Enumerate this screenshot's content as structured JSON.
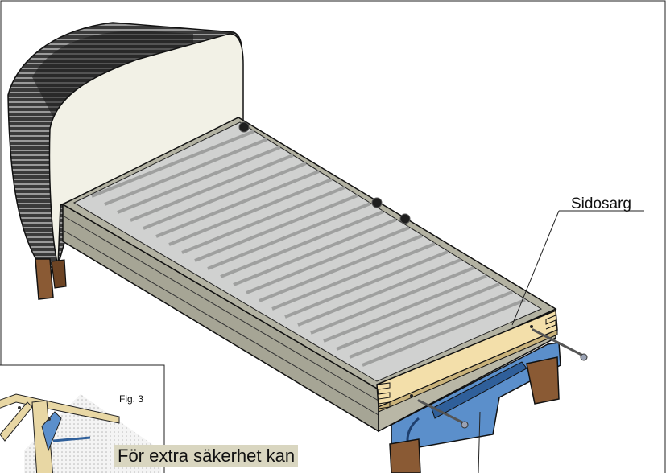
{
  "callout": {
    "label": "Sidosarg"
  },
  "inset": {
    "figure_label": "Fig. 3",
    "note": "För extra säkerhet kan"
  },
  "colors": {
    "headboard_light": "#f2f1e6",
    "headboard_dark": "#2c2c2c",
    "mattress_top": "#d0d1d0",
    "frame_side": "#a6a595",
    "wood_rail": "#f3dfaa",
    "support_blue": "#5b8fcb",
    "leg_brown": "#8a5a34"
  }
}
